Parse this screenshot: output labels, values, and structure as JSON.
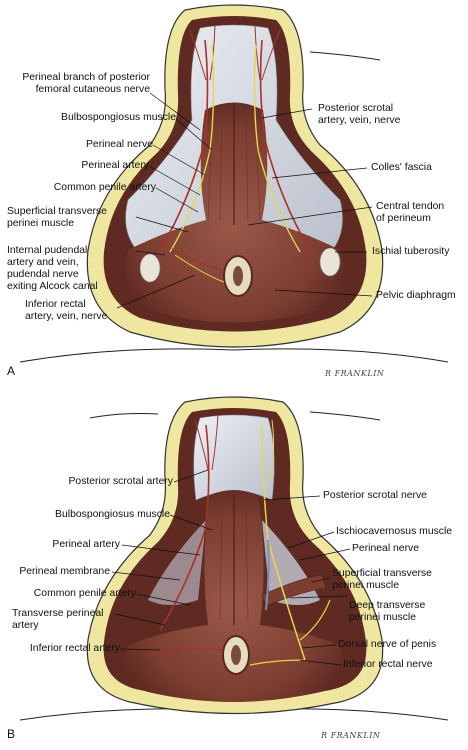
{
  "panels": [
    {
      "letter": "A",
      "signature": "R FRANKLIN",
      "labels_left": [
        "Perineal branch of posterior\nfemoral cutaneous nerve",
        "Bulbospongiosus muscle",
        "Perineal nerve",
        "Perineal artery",
        "Common penile artery",
        "Superficial transverse\nperinei muscle",
        "Internal pudendal\nartery and vein,\npudendal nerve\nexiting Alcock canal",
        "Inferior rectal\nartery, vein, nerve"
      ],
      "labels_right": [
        "Posterior scrotal\nartery, vein, nerve",
        "Colles' fascia",
        "Central tendon\nof perineum",
        "Ischial tuberosity",
        "Pelvic diaphragm"
      ]
    },
    {
      "letter": "B",
      "signature": "R FRANKLIN",
      "labels_left": [
        "Posterior scrotal artery",
        "Bulbospongiosus muscle",
        "Perineal artery",
        "Perineal membrane",
        "Common penile artery",
        "Transverse perineal\nartery",
        "Inferior rectal artery"
      ],
      "labels_right": [
        "Posterior scrotal nerve",
        "Ischiocavernosus muscle",
        "Perineal nerve",
        "Superficial transverse\nperinei muscle",
        "Deep transverse\nperinei muscle",
        "Dorsal nerve of penis",
        "Inferior rectal nerve"
      ]
    }
  ],
  "colors": {
    "fat": "#efe7a0",
    "fat_edge": "#b8ab4a",
    "muscle": "#8a4a3c",
    "muscle_dark": "#5e2a22",
    "fascia": "#d9dce4",
    "artery": "#a8322a",
    "nerve": "#e6d84a",
    "vein": "#7d8fb8"
  }
}
